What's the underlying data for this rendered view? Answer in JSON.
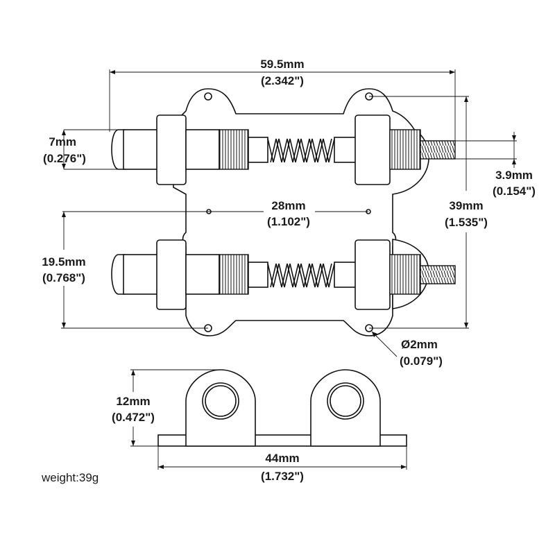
{
  "dimensions": {
    "overall_width": {
      "mm": "59.5mm",
      "inch": "(2.342\")"
    },
    "post_diameter": {
      "mm": "7mm",
      "inch": "(0.276\")"
    },
    "thread_diameter": {
      "mm": "3.9mm",
      "inch": "(0.154\")"
    },
    "hole_spacing": {
      "mm": "28mm",
      "inch": "(1.102\")"
    },
    "overall_height": {
      "mm": "39mm",
      "inch": "(1.535\")"
    },
    "saddle_spacing": {
      "mm": "19.5mm",
      "inch": "(0.768\")"
    },
    "mount_hole": {
      "mm": "Ø2mm",
      "inch": "(0.079\")"
    },
    "side_height": {
      "mm": "12mm",
      "inch": "(0.472\")"
    },
    "base_length": {
      "mm": "44mm",
      "inch": "(1.732\")"
    }
  },
  "weight_label": "weight:39g"
}
